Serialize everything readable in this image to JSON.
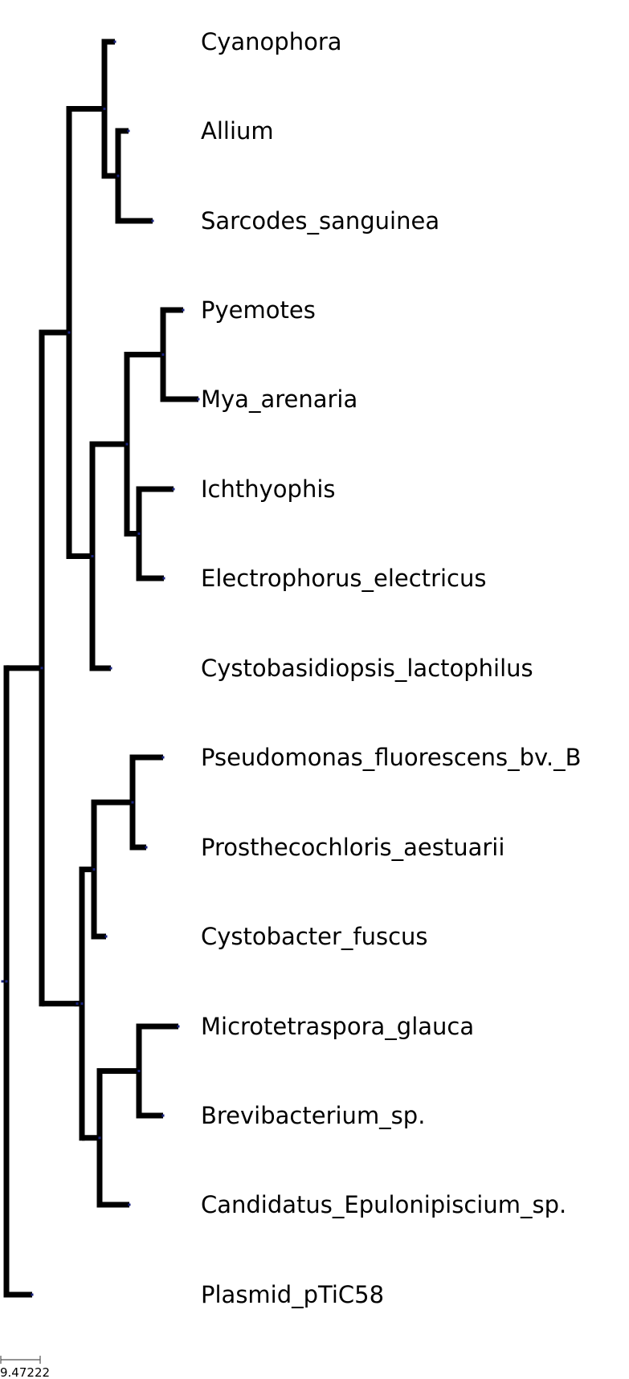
{
  "tree": {
    "taxa": [
      "Cyanophora",
      "Allium",
      "Sarcodes_sanguinea",
      "Pyemotes",
      "Mya_arenaria",
      "Ichthyophis",
      "Electrophorus_electricus",
      "Cystobasidiopsis_lactophilus",
      "Pseudomonas_fluorescens_bv._B",
      "Prosthecochloris_aestuarii",
      "Cystobacter_fuscus",
      "Microtetraspora_glauca",
      "Brevibacterium_sp.",
      "Candidatus_Epulonipiscium_sp.",
      "Plasmid_pTiC58"
    ],
    "scale_bar_label": "9.47222"
  },
  "colors": {
    "branch": "#000000",
    "node": "#1a237e",
    "label": "#000000"
  }
}
